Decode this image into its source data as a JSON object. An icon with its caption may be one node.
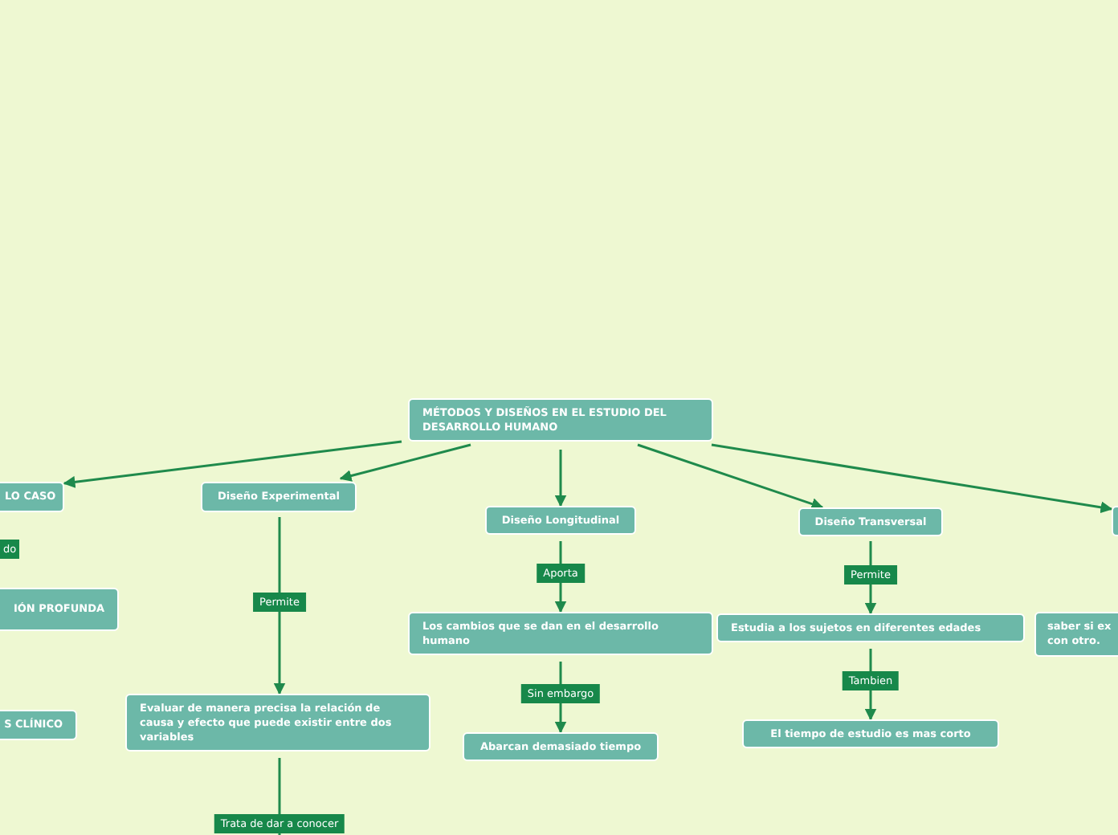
{
  "diagram": {
    "nodes": [
      {
        "text": [
          "MÉTODOS Y DISEÑOS EN EL ESTUDIO DEL DESARROLLO HUMANO"
        ]
      },
      {
        "text": [
          "LO CASO"
        ]
      },
      {
        "text": [
          "Diseño Experimental"
        ]
      },
      {
        "text": [
          "Diseño Longitudinal"
        ]
      },
      {
        "text": [
          "Diseño Transversal"
        ]
      },
      {
        "text": [],
        "shape": "box"
      },
      {
        "text": [
          "IÓN PROFUNDA"
        ]
      },
      {
        "text": [
          "S CLÍNICO"
        ]
      },
      {
        "text": [
          "Evaluar de manera precisa la relación de causa y efecto que puede existir entre dos variables"
        ]
      },
      {
        "text": [
          "Los cambios que se dan en el desarrollo humano"
        ]
      },
      {
        "text": [
          "Estudia a los sujetos en diferentes edades"
        ]
      },
      {
        "text": [
          "saber si ex con otro."
        ]
      },
      {
        "text": [
          "Abarcan demasiado tiempo"
        ]
      },
      {
        "text": [
          "El tiempo de estudio es mas corto"
        ]
      }
    ],
    "edges": [
      {
        "from": 0,
        "to": 1,
        "arrow": "to"
      },
      {
        "from": 0,
        "to": 2,
        "arrow": "to"
      },
      {
        "from": 0,
        "to": 3,
        "arrow": "to"
      },
      {
        "from": 0,
        "to": 4,
        "arrow": "to"
      },
      {
        "from": 0,
        "to": 5,
        "arrow": "to"
      },
      {
        "from": 2,
        "to": 8,
        "arrow": "to",
        "label": "Permite"
      },
      {
        "from": 3,
        "to": 9,
        "arrow": "to",
        "label": "Aporta"
      },
      {
        "from": 9,
        "to": 12,
        "arrow": "to",
        "label": "Sin embargo"
      },
      {
        "from": 4,
        "to": 10,
        "arrow": "to",
        "label": "Permite"
      },
      {
        "from": 10,
        "to": 13,
        "arrow": "to",
        "label": "Tambien"
      },
      {
        "from": 8,
        "to": null,
        "arrow": "none",
        "label": "Trata de dar a conocer"
      }
    ],
    "labels": [
      "do"
    ]
  }
}
